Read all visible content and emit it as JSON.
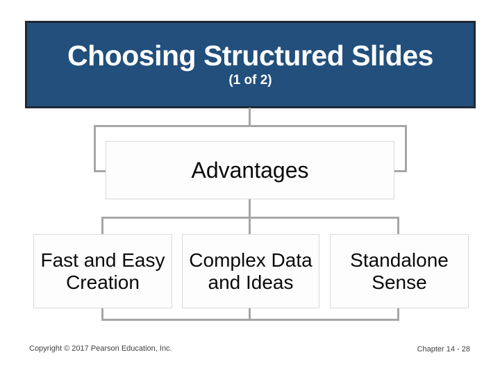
{
  "header": {
    "title": "Choosing Structured Slides",
    "subtitle": "(1 of 2)"
  },
  "diagram": {
    "type": "hierarchy",
    "root": {
      "label": "Advantages"
    },
    "children": [
      {
        "label": "Fast and Easy Creation"
      },
      {
        "label": "Complex Data and Ideas"
      },
      {
        "label": "Standalone Sense"
      }
    ]
  },
  "footer": {
    "copyright": "Copyright © 2017 Pearson Education, Inc.",
    "chapter": "Chapter 14 - 28"
  },
  "colors": {
    "header_bg": "#224F7C",
    "header_border": "#1E2835",
    "connector": "#A6A6A6",
    "node_border": "#D9D9D9",
    "footer_text": "#404040"
  }
}
